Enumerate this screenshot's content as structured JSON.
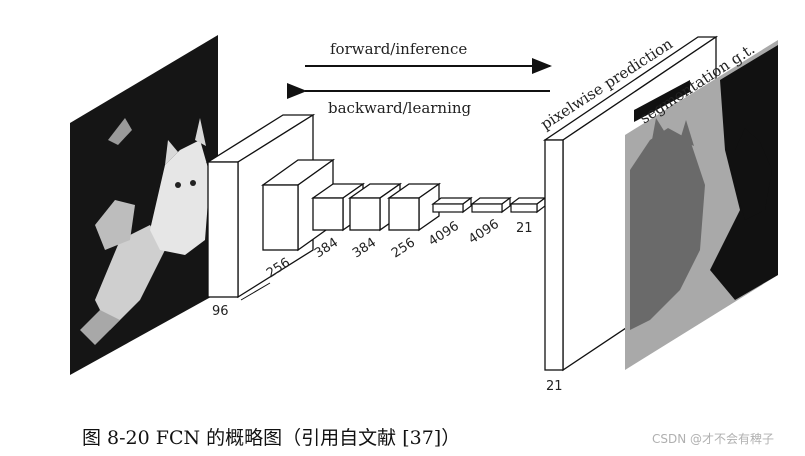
{
  "diagram": {
    "arrow_forward": "forward/inference",
    "arrow_backward": "backward/learning",
    "output_title": "pixelwise prediction",
    "gt_title": "segmentation g.t.",
    "layer_labels": [
      "96",
      "256",
      "384",
      "384",
      "256",
      "4096",
      "4096",
      "21"
    ],
    "output_channels": "21"
  },
  "caption": "图 8-20  FCN 的概略图（引用自文献 [37]）",
  "watermark": "CSDN @才不会有稗子"
}
